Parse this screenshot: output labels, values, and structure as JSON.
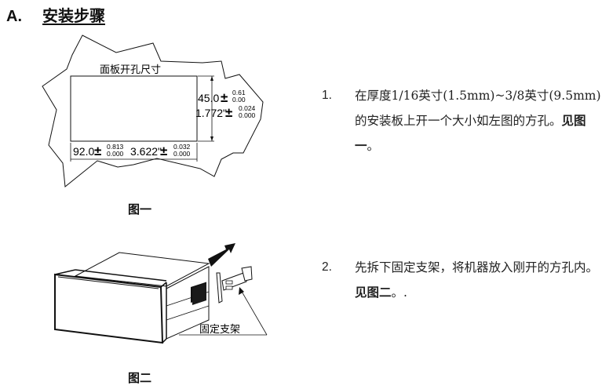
{
  "section": {
    "letter": "A.",
    "title": "安装步骤"
  },
  "figure1": {
    "panel_label": "面板开孔尺寸",
    "height_mm": "45.0",
    "height_mm_tol_upper": "0.61",
    "height_mm_tol_lower": "0.00",
    "height_in": "1.772\"",
    "height_in_tol_upper": "0.024",
    "height_in_tol_lower": "0.000",
    "width_mm": "92.0",
    "width_mm_tol_upper": "0.813",
    "width_mm_tol_lower": "0.000",
    "width_in": "3.622\"",
    "width_in_tol_upper": "0.032",
    "width_in_tol_lower": "0.000",
    "plusminus": "±",
    "caption": "图一"
  },
  "figure2": {
    "bracket_label": "固定支架",
    "caption": "图二"
  },
  "steps": [
    {
      "number": "1.",
      "text": "在厚度1/16英寸(1.5mm)~3/8英寸(9.5mm)的安装板上开一个大小如左图的方孔。",
      "bold_suffix": "见图一",
      "tail": "。"
    },
    {
      "number": "2.",
      "text": "先拆下固定支架，将机器放入刚开的方孔内。",
      "bold_suffix": "见图二",
      "tail": "。."
    }
  ]
}
